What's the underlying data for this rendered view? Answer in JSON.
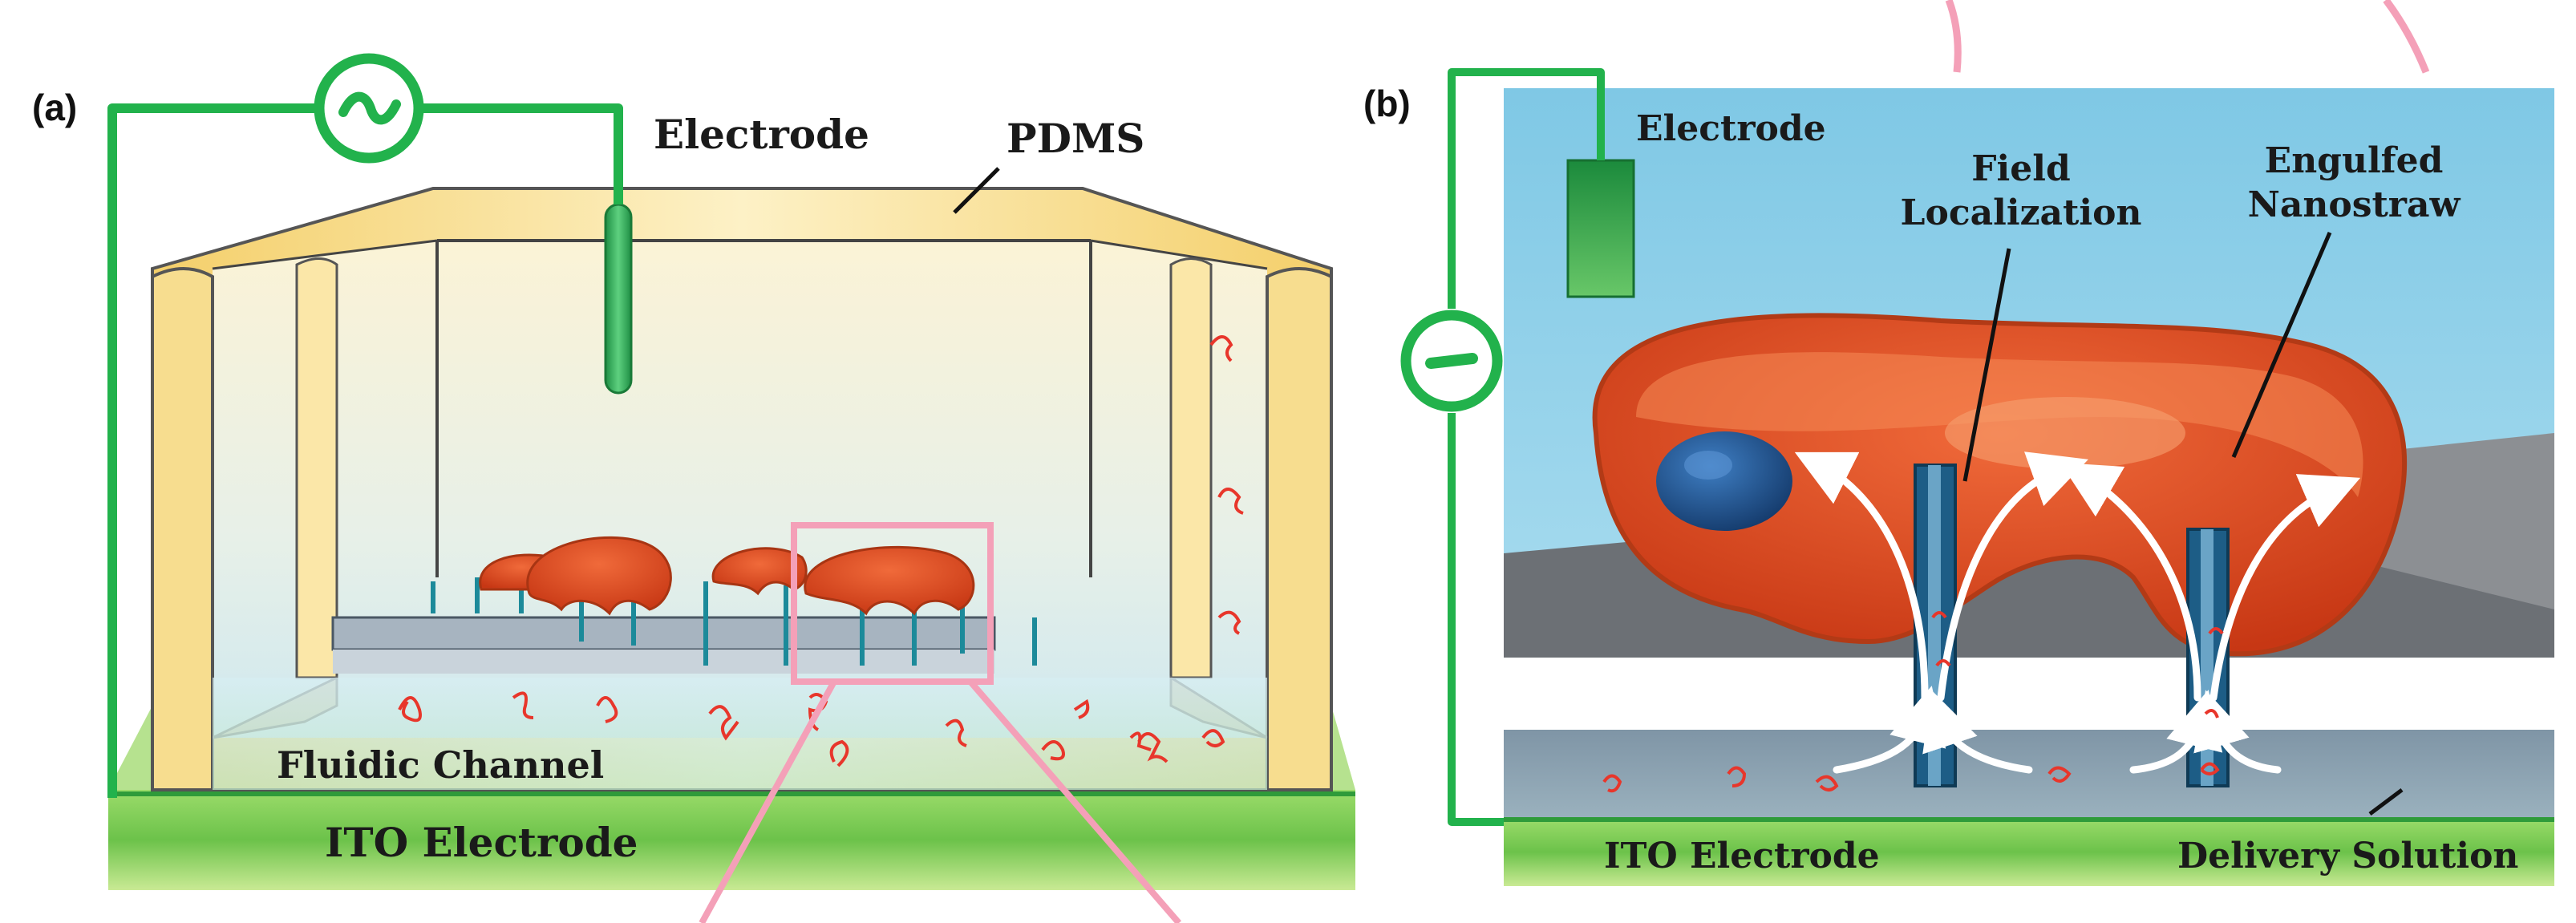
{
  "panel_a": {
    "tag": "(a)",
    "labels": {
      "electrode": "Electrode",
      "pdms": "PDMS",
      "fluidic_channel": "Fluidic Channel",
      "ito_electrode": "ITO Electrode"
    },
    "ac_source_icon": "ac-source-icon"
  },
  "panel_b": {
    "tag": "(b)",
    "labels": {
      "electrode": "Electrode",
      "field_line1": "Field",
      "field_line2": "Localization",
      "engulfed_line1": "Engulfed",
      "engulfed_line2": "Nanostraw",
      "ito_electrode": "ITO Electrode",
      "delivery_solution": "Delivery Solution"
    },
    "pulse_source_icon": "pulse-source-icon"
  },
  "colors": {
    "circuit_green": "#22b24c",
    "ito_green": "#6cc24a",
    "pdms_yellow": "#f6d77c",
    "cell_red": "#e2451f",
    "nucleus_blue": "#1d4f8c",
    "sky_blue": "#87cde8",
    "callout_pink": "#f4a0b8",
    "molecule_red": "#e8362b"
  }
}
